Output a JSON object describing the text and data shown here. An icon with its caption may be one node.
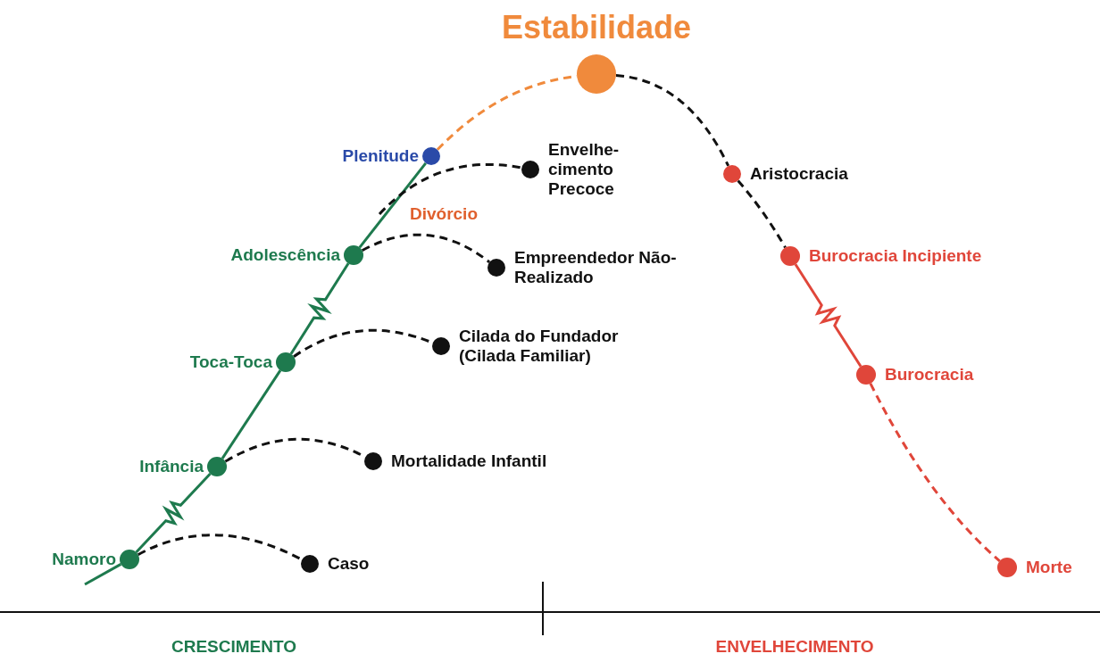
{
  "diagram": {
    "nodes": [
      {
        "text": [
          "Estabilidade"
        ]
      },
      {
        "text": [
          "Plenitude"
        ]
      },
      {
        "text": [
          "Envelhe- cimento Precoce"
        ]
      },
      {
        "text": [
          "Aristocracia"
        ]
      },
      {
        "text": [
          "Adolescência"
        ]
      },
      {
        "text": [
          "Burocracia Incipiente"
        ]
      },
      {
        "text": [
          "Empreendedor Não-Realizado"
        ]
      },
      {
        "text": [
          "Toca-Toca"
        ]
      },
      {
        "text": [
          "Cilada do Fundador (Cilada Familiar)"
        ]
      },
      {
        "text": [
          "Burocracia"
        ]
      },
      {
        "text": [
          "Infância"
        ]
      },
      {
        "text": [
          "Mortalidade Infantil"
        ]
      },
      {
        "text": [
          "Namoro"
        ]
      },
      {
        "text": [
          "Caso"
        ]
      },
      {
        "text": [
          "Morte"
        ]
      }
    ],
    "edges": [
      {
        "from": null,
        "to": 12,
        "arrow": "none",
        "color": "#1e7a4e"
      },
      {
        "from": 12,
        "to": 10,
        "arrow": "none",
        "color": "#1e7a4e"
      },
      {
        "from": 10,
        "to": 7,
        "arrow": "none",
        "color": "#1e7a4e"
      },
      {
        "from": 7,
        "to": 4,
        "arrow": "none",
        "color": "#1e7a4e"
      },
      {
        "from": 4,
        "to": 1,
        "arrow": "none",
        "color": "#1e7a4e"
      },
      {
        "from": 1,
        "to": 0,
        "arrow": "none",
        "style": "dashed",
        "color": "#f08a3c"
      },
      {
        "from": 0,
        "to": 3,
        "arrow": "none",
        "style": "dashed"
      },
      {
        "from": 3,
        "to": 5,
        "arrow": "none",
        "style": "dashed"
      },
      {
        "from": 5,
        "to": 9,
        "arrow": "none",
        "color": "#e0463a"
      },
      {
        "from": 9,
        "to": 14,
        "arrow": "none",
        "style": "dashed",
        "color": "#e0463a"
      },
      {
        "from": 12,
        "to": 13,
        "arrow": "none",
        "style": "dashed"
      },
      {
        "from": 10,
        "to": 11,
        "arrow": "none",
        "style": "dashed"
      },
      {
        "from": 7,
        "to": 8,
        "arrow": "none",
        "style": "dashed"
      },
      {
        "from": 4,
        "to": 6,
        "arrow": "none",
        "style": "dashed"
      },
      {
        "from": null,
        "to": 2,
        "arrow": "none",
        "style": "dashed"
      }
    ],
    "labels": [
      "Divórcio",
      "CRESCIMENTO",
      "ENVELHECIMENTO"
    ]
  }
}
